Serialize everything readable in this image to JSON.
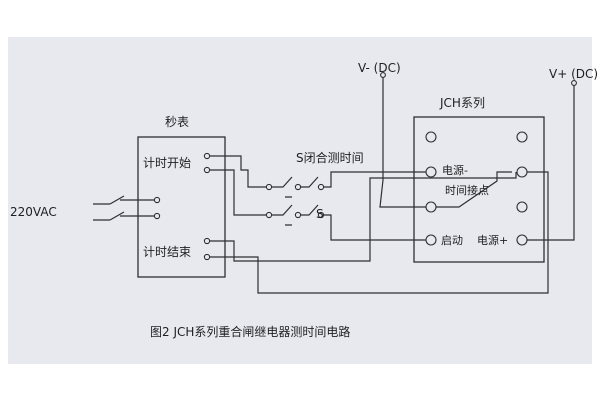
{
  "labels": {
    "stopwatch": "秒表",
    "start_timing": "计时开始",
    "end_timing": "计时结束",
    "vac": "220VAC",
    "s_close": "S闭合测时间",
    "s": "S",
    "v_minus": "V- (DC)",
    "v_plus": "V+ (DC)",
    "jch": "JCH系列",
    "power_minus_1": "电源-",
    "power_minus_2": "时间接点",
    "start": "启动",
    "power_plus": "电源+",
    "caption": "图2   JCH系列重合闸继电器测时间电路"
  }
}
